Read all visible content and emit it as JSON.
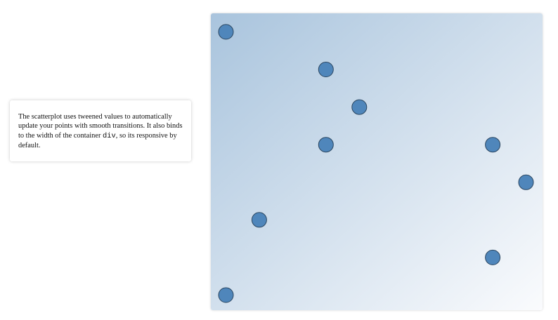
{
  "note": {
    "text_before": "The scatterplot uses tweened values to automatically update your points with smooth transitions. It also binds to the width of the container ",
    "code": "div",
    "text_after": ", so its responsive by default."
  },
  "colors": {
    "point_fill": "#4f86bb",
    "point_stroke": "#2b4660",
    "gradient_top_left": "#a9c4dd",
    "gradient_bottom_right": "#fafbfd"
  },
  "chart_data": {
    "type": "scatter",
    "title": "",
    "xlabel": "",
    "ylabel": "",
    "grid": false,
    "legend": "none",
    "xlim": [
      0,
      9
    ],
    "ylim": [
      0,
      7.4
    ],
    "points": [
      {
        "x": 0,
        "y": 7
      },
      {
        "x": 3,
        "y": 6
      },
      {
        "x": 4,
        "y": 5
      },
      {
        "x": 3,
        "y": 4
      },
      {
        "x": 8,
        "y": 4
      },
      {
        "x": 9,
        "y": 3
      },
      {
        "x": 1,
        "y": 2
      },
      {
        "x": 8,
        "y": 1
      },
      {
        "x": 0,
        "y": 0
      }
    ]
  }
}
